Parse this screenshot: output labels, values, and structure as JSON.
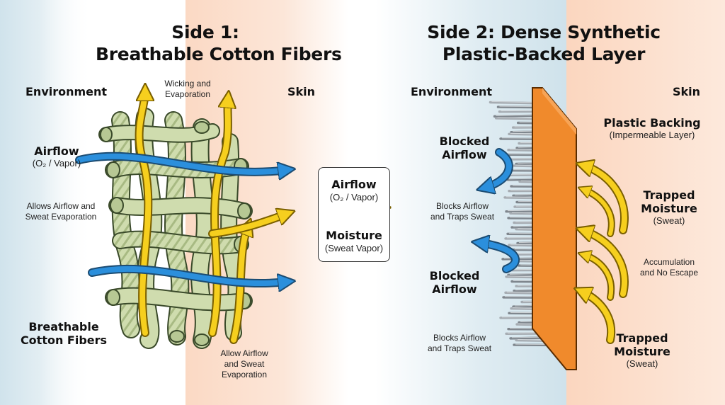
{
  "side1": {
    "title_line1": "Side 1:",
    "title_line2": "Breathable Cotton Fibers",
    "environment_label": "Environment",
    "skin_label": "Skin",
    "airflow_label": "Airflow",
    "airflow_sub": "(O₂ / Vapor)",
    "wicking_line1": "Wicking and",
    "wicking_line2": "Evaporation",
    "allows_line1": "Allows Airflow and",
    "allows_line2": "Sweat Evaporation",
    "fibers_line1": "Breathable",
    "fibers_line2": "Cotton Fibers",
    "allow2_line1": "Allow Airflow",
    "allow2_line2": "and Sweat",
    "allow2_line3": "Evaporation"
  },
  "legend": {
    "airflow_label": "Airflow",
    "airflow_sub": "(O₂ / Vapor)",
    "moisture_label": "Moisture",
    "moisture_sub": "(Sweat Vapor)"
  },
  "side2": {
    "title_line1": "Side 2: Dense Synthetic",
    "title_line2": "Plastic-Backed Layer",
    "environment_label": "Environment",
    "skin_label": "Skin",
    "blocked1_line1": "Blocked",
    "blocked1_line2": "Airflow",
    "blocks1_line1": "Blocks Airflow",
    "blocks1_line2": "and Traps Sweat",
    "blocked2_line1": "Blocked",
    "blocked2_line2": "Airflow",
    "blocks2_line1": "Blocks Airflow",
    "blocks2_line2": "and Traps Sweat",
    "plastic_label": "Plastic Backing",
    "plastic_sub": "(Impermeable Layer)",
    "trapped1_line1": "Trapped",
    "trapped1_line2": "Moisture",
    "trapped1_sub": "(Sweat)",
    "accum_line1": "Accumulation",
    "accum_line2": "and No Escape",
    "trapped2_line1": "Trapped",
    "trapped2_line2": "Moisture",
    "trapped2_sub": "(Sweat)"
  },
  "colors": {
    "airflow": "#2b8fdc",
    "moisture": "#f6cf1e",
    "fiber": "#cfdcae",
    "plastic": "#f08a2c",
    "bristle": "#8c9299",
    "env_tint": "#d6e6ee",
    "skin_tint": "#fbd8c2"
  }
}
